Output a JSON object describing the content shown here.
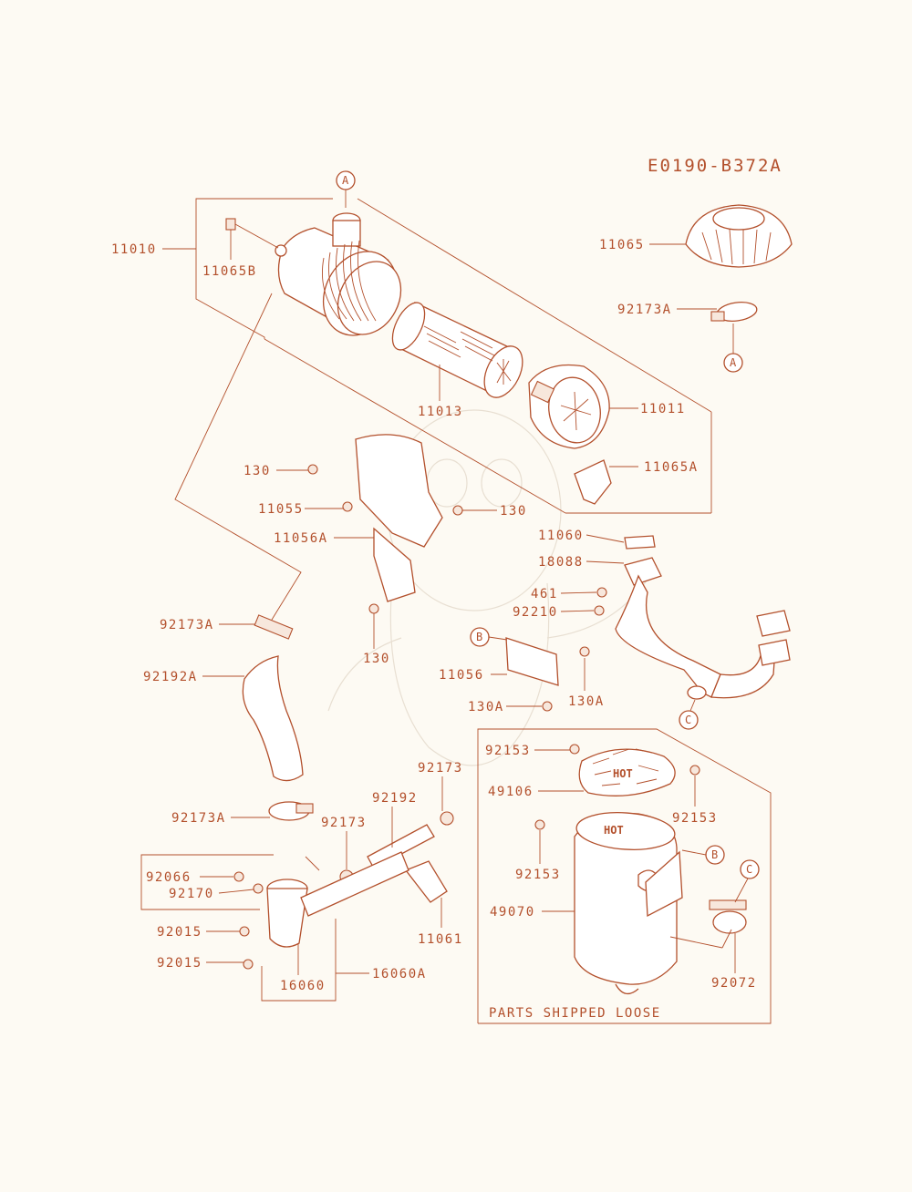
{
  "diagram_code": "E0190-B372A",
  "box_caption": "PARTS SHIPPED LOOSE",
  "hot_label": "HOT",
  "refs": {
    "a": "A",
    "b": "B",
    "c": "C"
  },
  "parts": {
    "p11010": "11010",
    "p11065B": "11065B",
    "p11065": "11065",
    "p92173A_top": "92173A",
    "p11013": "11013",
    "p11011": "11011",
    "p11065A": "11065A",
    "p130_a": "130",
    "p130_b": "130",
    "p130_c": "130",
    "p11055": "11055",
    "p11056A": "11056A",
    "p11060": "11060",
    "p18088": "18088",
    "p461": "461",
    "p92210": "92210",
    "p92173A_mid": "92173A",
    "p92192A": "92192A",
    "p11056": "11056",
    "p130A_left": "130A",
    "p130A_right": "130A",
    "p92153_a": "92153",
    "p49106": "49106",
    "p92153_b": "92153",
    "p92153_c": "92153",
    "p92173_a": "92173",
    "p92192": "92192",
    "p92173A_low": "92173A",
    "p92173_b": "92173",
    "p92066": "92066",
    "p92170": "92170",
    "p92015_a": "92015",
    "p92015_b": "92015",
    "p11061": "11061",
    "p16060": "16060",
    "p16060A": "16060A",
    "p49070": "49070",
    "p92072": "92072"
  }
}
